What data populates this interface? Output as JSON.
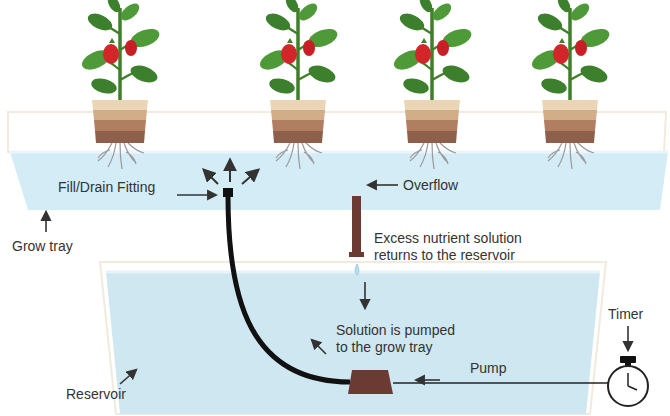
{
  "diagram": {
    "labels": [
      "Fill/Drain Fitting",
      "Overflow",
      "Grow tray",
      "Excess nutrient solution returns to the reservoir",
      "Solution is pumped to the grow tray",
      "Timer",
      "Pump",
      "Reservoir"
    ]
  }
}
